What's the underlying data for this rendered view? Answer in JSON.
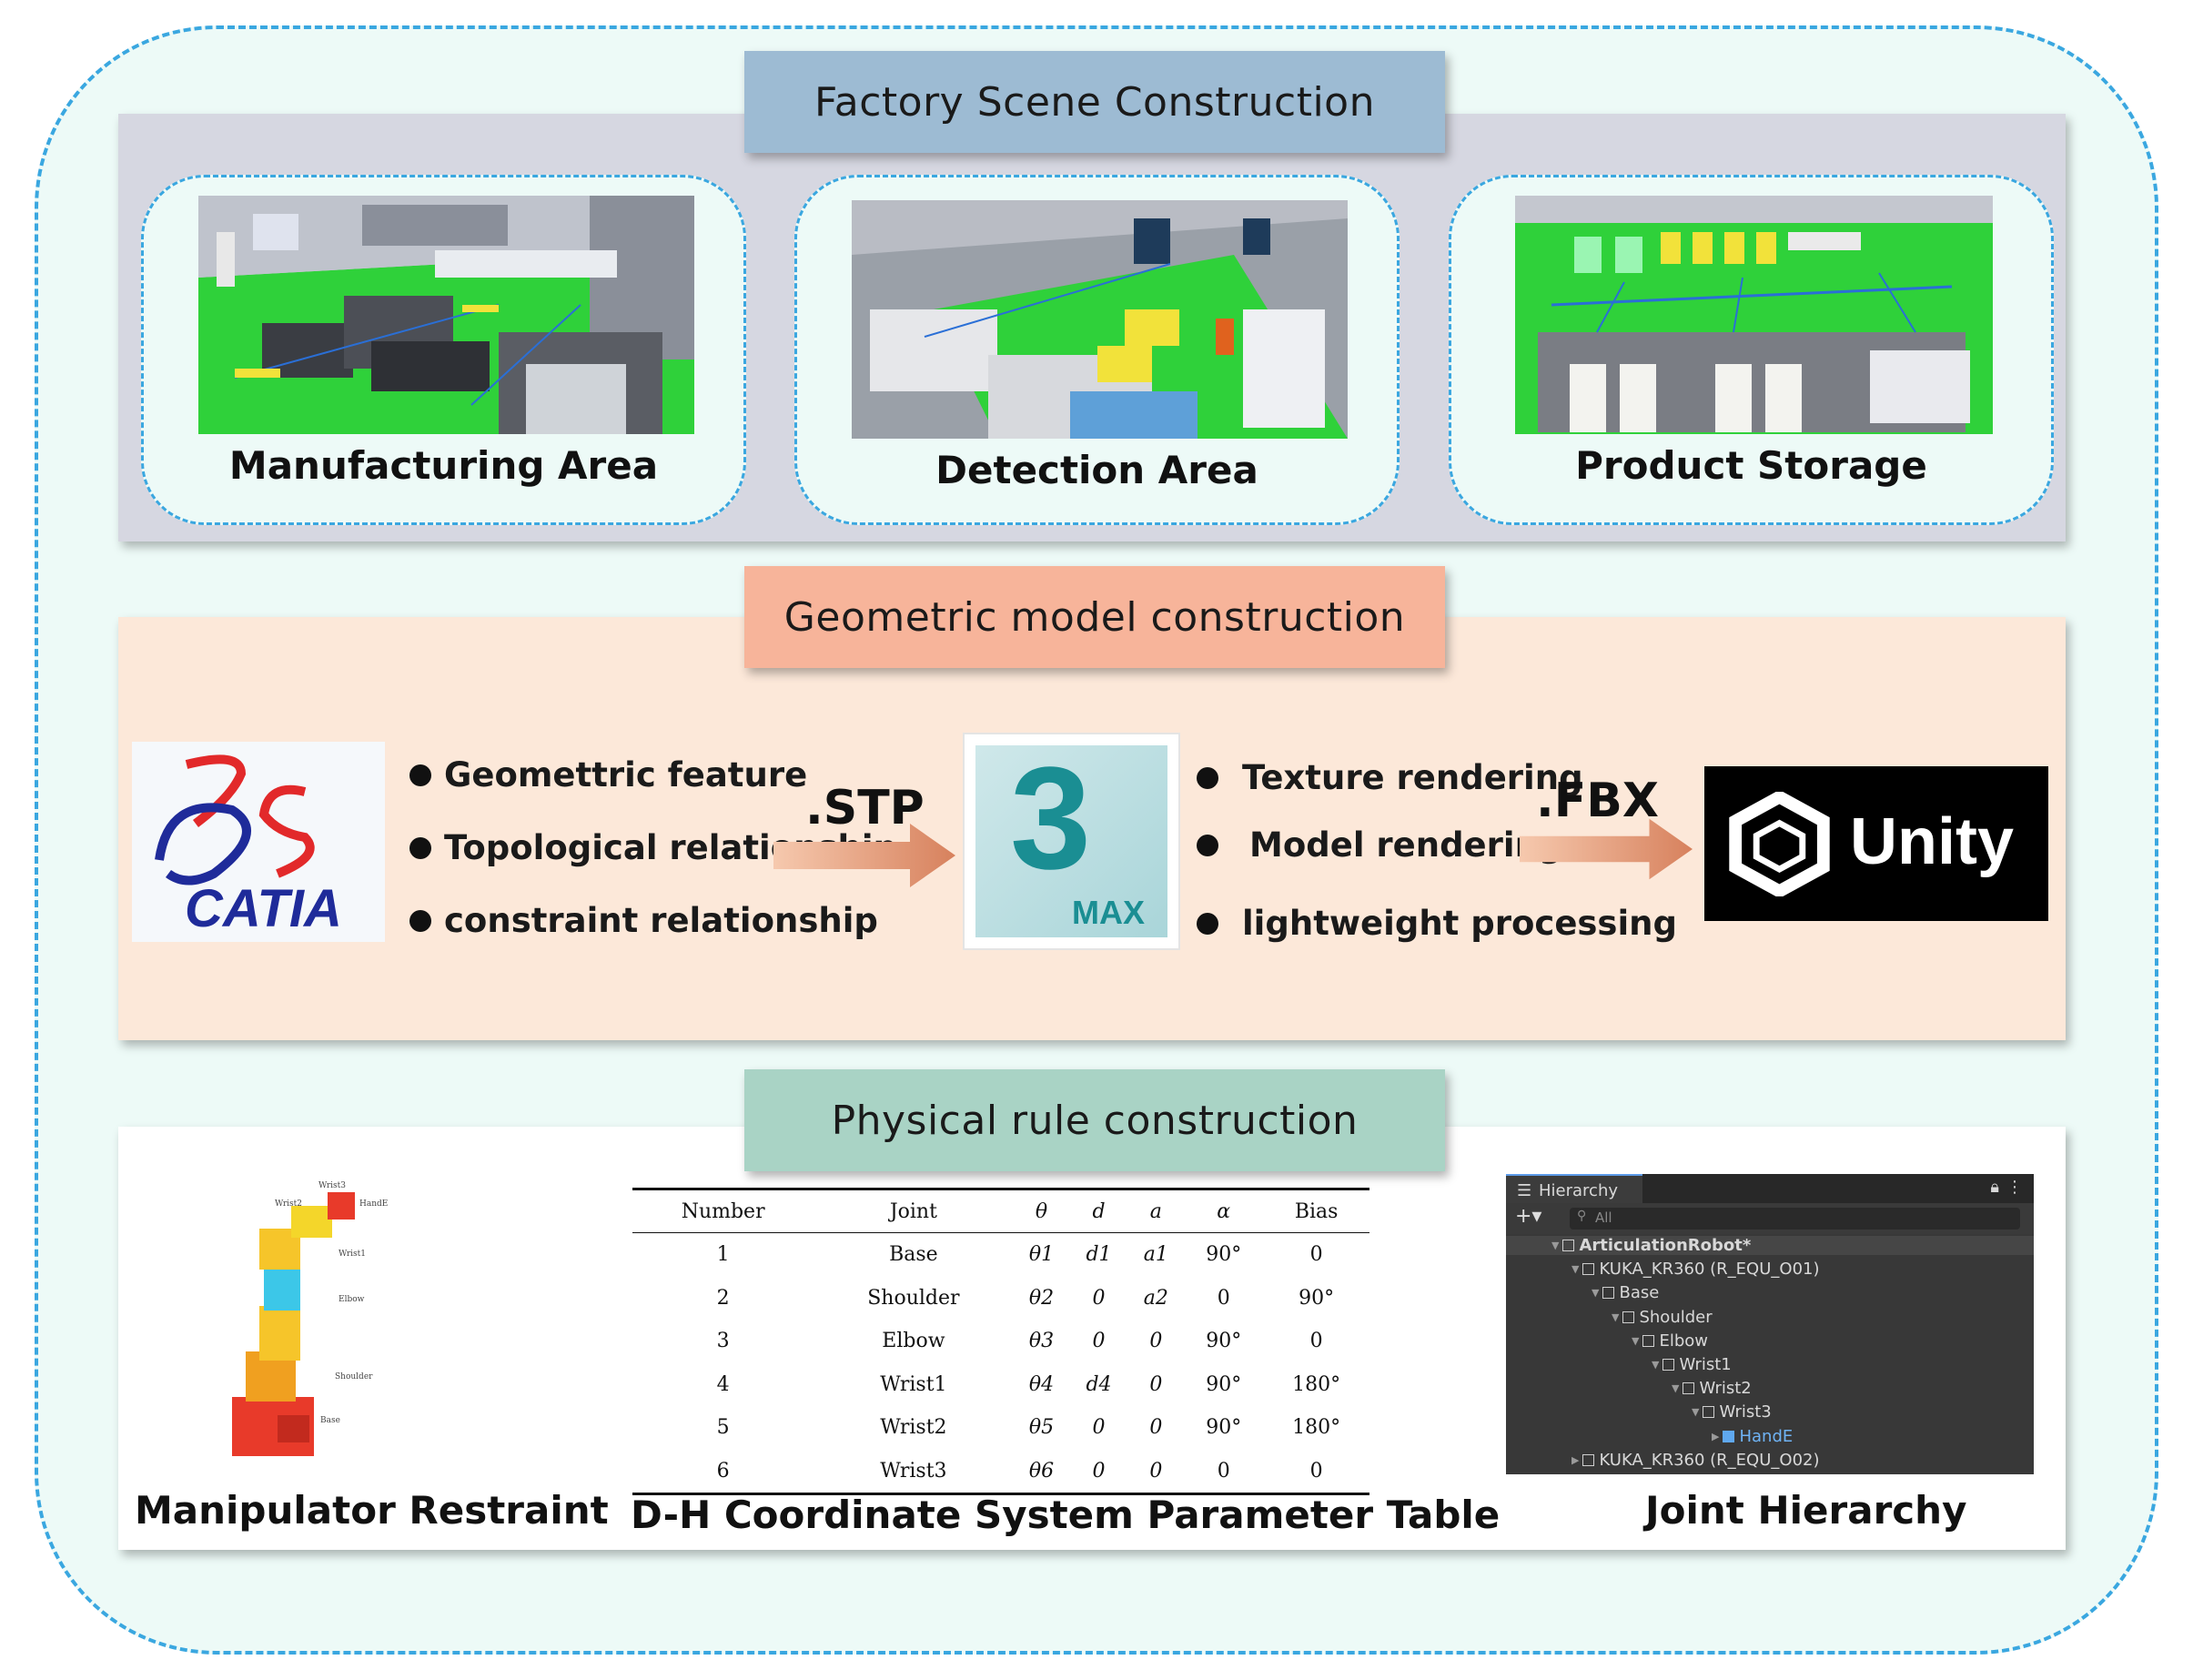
{
  "sections": {
    "factory": {
      "title": "Factory Scene Construction",
      "areas": [
        {
          "label": "Manufacturing Area"
        },
        {
          "label": "Detection Area"
        },
        {
          "label": "Product Storage"
        }
      ]
    },
    "geometric": {
      "title": "Geometric model construction",
      "catia_logo_text": "CATIA",
      "left_bullets": [
        "Geomettric feature",
        "Topological relationship",
        "constraint relationship"
      ],
      "format1": ".STP",
      "max_logo_digit": "3",
      "max_logo_text": "MAX",
      "right_bullets": [
        "Texture rendering",
        "Model rendering",
        "lightweight processing"
      ],
      "format2": ".FBX",
      "unity_logo_text": "Unity"
    },
    "physical": {
      "title": "Physical rule construction",
      "robot_caption": "Manipulator Restraint",
      "table_caption": "D-H Coordinate System Parameter Table",
      "hierarchy_caption": "Joint Hierarchy",
      "robot_labels": [
        "Wrist2",
        "Wrist3",
        "HandE",
        "Wrist1",
        "Elbow",
        "Shoulder",
        "Base"
      ]
    }
  },
  "dh_table": {
    "headers": [
      "Number",
      "Joint",
      "θ",
      "d",
      "a",
      "α",
      "Bias"
    ],
    "rows": [
      [
        "1",
        "Base",
        "θ1",
        "d1",
        "a1",
        "90°",
        "0"
      ],
      [
        "2",
        "Shoulder",
        "θ2",
        "0",
        "a2",
        "0",
        "90°"
      ],
      [
        "3",
        "Elbow",
        "θ3",
        "0",
        "0",
        "90°",
        "0"
      ],
      [
        "4",
        "Wrist1",
        "θ4",
        "d4",
        "0",
        "90°",
        "180°"
      ],
      [
        "5",
        "Wrist2",
        "θ5",
        "0",
        "0",
        "90°",
        "180°"
      ],
      [
        "6",
        "Wrist3",
        "θ6",
        "0",
        "0",
        "0",
        "0"
      ]
    ]
  },
  "hierarchy": {
    "tab_label": "Hierarchy",
    "search_placeholder": "All",
    "items": [
      {
        "label": "ArticulationRobot*",
        "depth": 0
      },
      {
        "label": "KUKA_KR360 (R_EQU_O01)",
        "depth": 1
      },
      {
        "label": "Base",
        "depth": 2
      },
      {
        "label": "Shoulder",
        "depth": 3
      },
      {
        "label": "Elbow",
        "depth": 4
      },
      {
        "label": "Wrist1",
        "depth": 5
      },
      {
        "label": "Wrist2",
        "depth": 6
      },
      {
        "label": "Wrist3",
        "depth": 7
      },
      {
        "label": "HandE",
        "depth": 8
      },
      {
        "label": "KUKA_KR360 (R_EQU_O02)",
        "depth": 1
      }
    ]
  }
}
